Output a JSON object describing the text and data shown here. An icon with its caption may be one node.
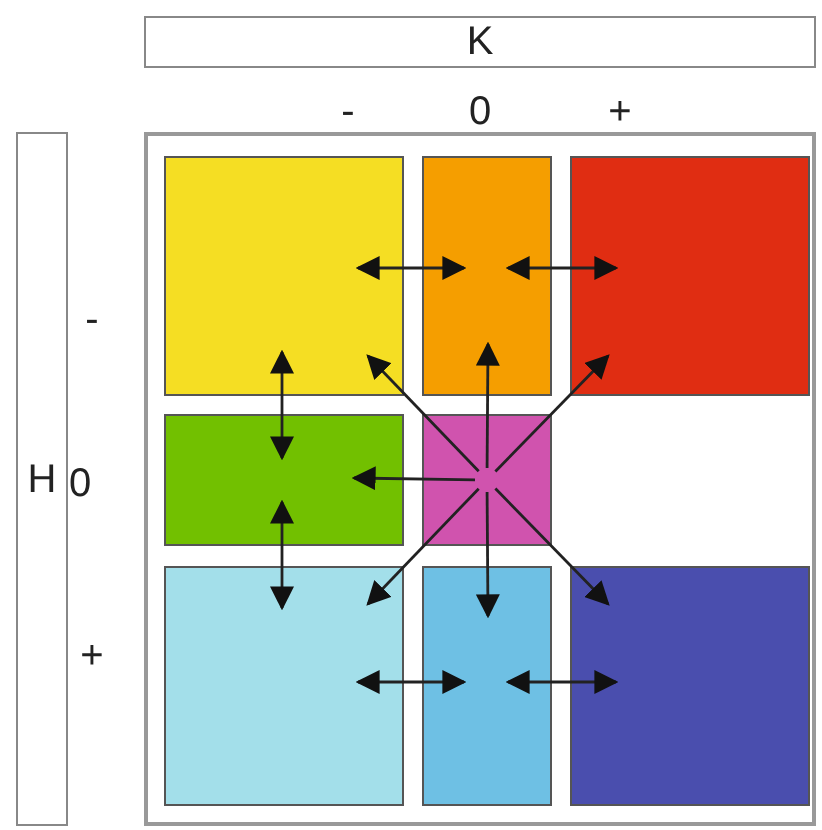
{
  "diagram": {
    "nodes": [
      {
        "text": [
          "K"
        ]
      },
      {
        "text": [
          "H"
        ]
      },
      {
        "text": [],
        "shape": "box"
      },
      {
        "text": [],
        "shape": "box",
        "in": 2
      },
      {
        "text": [],
        "shape": "box",
        "in": 2
      },
      {
        "text": [],
        "shape": "box",
        "in": 2
      },
      {
        "text": [],
        "shape": "box",
        "in": 2
      },
      {
        "text": [],
        "shape": "box",
        "in": 2
      },
      {
        "text": [],
        "shape": "box",
        "in": 2
      },
      {
        "text": [],
        "shape": "box",
        "in": 2
      },
      {
        "text": [],
        "shape": "box",
        "in": 2
      }
    ],
    "edges": [
      {
        "from": 3,
        "to": 4,
        "arrow": "both"
      },
      {
        "from": 4,
        "to": 5,
        "arrow": "both"
      },
      {
        "from": 3,
        "to": 6,
        "arrow": "both"
      },
      {
        "from": 6,
        "to": 8,
        "arrow": "both"
      },
      {
        "from": 7,
        "to": 3,
        "arrow": "to"
      },
      {
        "from": 7,
        "to": 4,
        "arrow": "to"
      },
      {
        "from": 7,
        "to": 5,
        "arrow": "to"
      },
      {
        "from": 7,
        "to": 6,
        "arrow": "to"
      },
      {
        "from": 7,
        "to": 8,
        "arrow": "to"
      },
      {
        "from": 7,
        "to": 9,
        "arrow": "to"
      },
      {
        "from": 7,
        "to": 10,
        "arrow": "to"
      },
      {
        "from": 8,
        "to": 9,
        "arrow": "both"
      },
      {
        "from": 9,
        "to": 10,
        "arrow": "both"
      }
    ],
    "labels": [
      "-",
      "0",
      "+",
      "-",
      "0",
      "+"
    ]
  }
}
